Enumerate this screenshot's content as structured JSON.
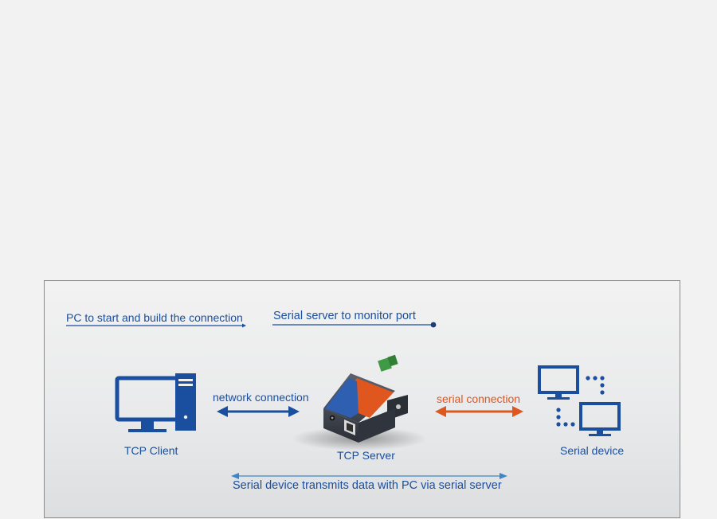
{
  "notes": {
    "pc_start": "PC to start and build the connection",
    "server_monitor": "Serial server to monitor port"
  },
  "nodes": {
    "client": "TCP Client",
    "server": "TCP Server",
    "device": "Serial device"
  },
  "links": {
    "network": "network connection",
    "serial": "serial connection",
    "transmit": "Serial device transmits data with PC via serial server"
  },
  "colors": {
    "primary_blue": "#1a4e9e",
    "accent_orange": "#e0561f",
    "arrow_blue": "#3c86c8"
  },
  "icons": {
    "client": "desktop-pc-tower-icon",
    "server": "serial-server-device-icon",
    "device": "dual-monitor-network-icon"
  }
}
